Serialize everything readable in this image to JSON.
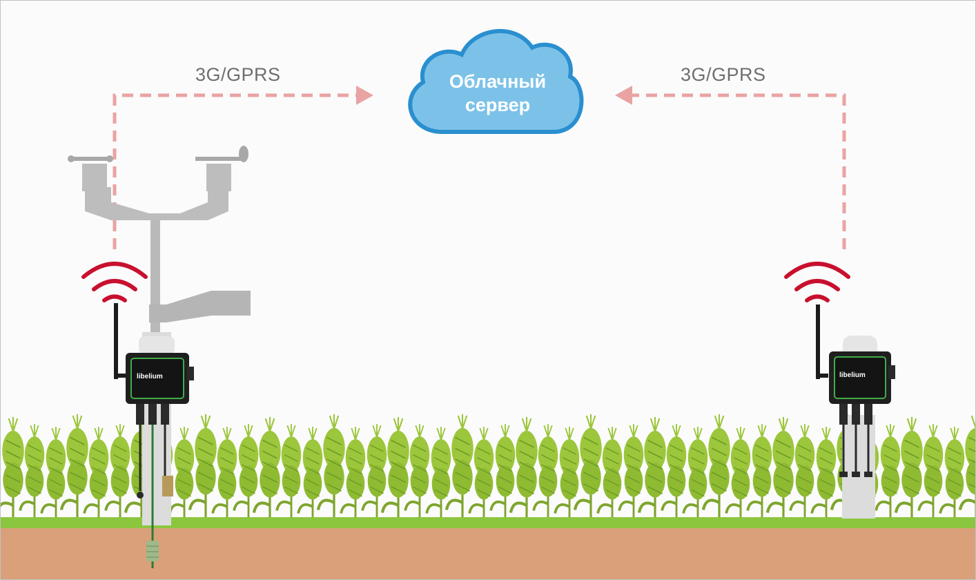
{
  "left_link": {
    "label": "3G/GPRS"
  },
  "right_link": {
    "label": "3G/GPRS"
  },
  "cloud": {
    "line1": "Облачный",
    "line2": "сервер"
  },
  "colors": {
    "link_dashes": "#e9a3a3",
    "signal_waves": "#c8102e",
    "cloud_fill": "#7cc2e8",
    "cloud_outline": "#2a8fd0",
    "wheat": "#9cc63b",
    "soil": "#d9a07a",
    "device_box": "#1f1f1f",
    "device_accent": "#3fae49"
  },
  "icons": [
    "cloud-server-icon",
    "weather-station-icon",
    "wireless-signal-icon",
    "sensor-node-icon",
    "wheat-field-icon",
    "soil-probe-icon"
  ]
}
